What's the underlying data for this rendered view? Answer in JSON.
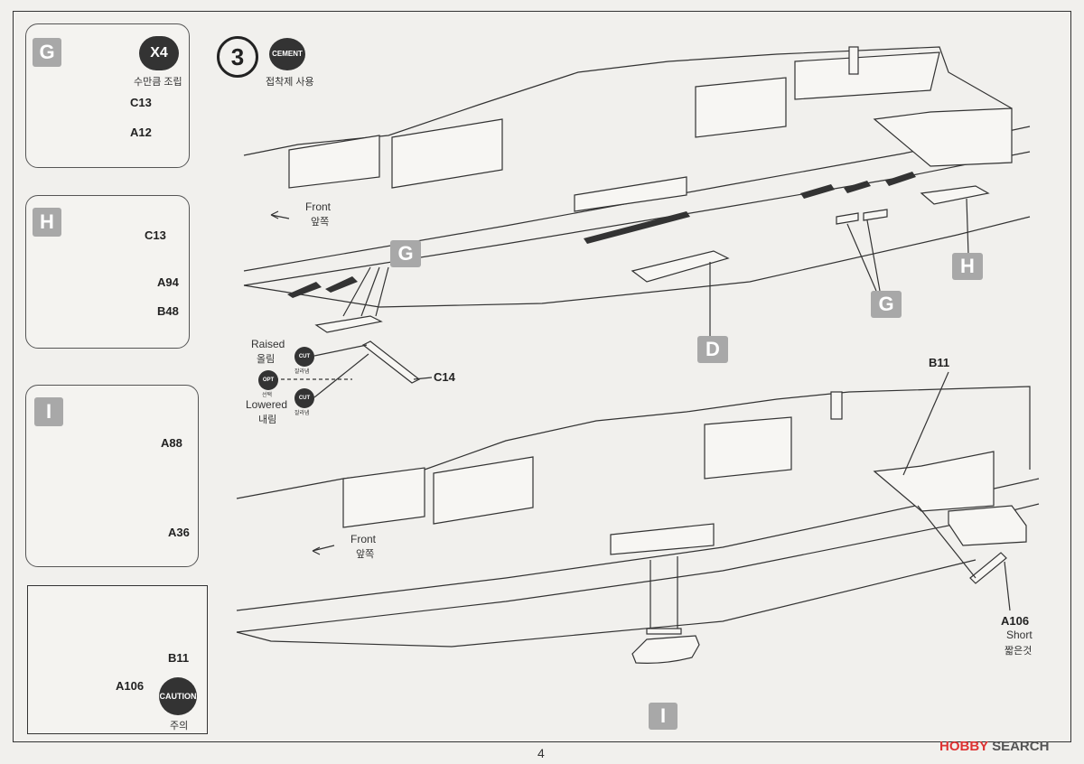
{
  "page": {
    "number": "4"
  },
  "watermark": {
    "brand": "HOBBY",
    "suffix": "SEARCH"
  },
  "step": {
    "number": "3",
    "cement_label": "CEMENT",
    "cement_note": "접착제 사용"
  },
  "panel_g": {
    "badge": "G",
    "multiplier": "X4",
    "multiplier_note": "수만큼 조립",
    "parts": {
      "c13": "C13",
      "a12": "A12"
    }
  },
  "panel_h": {
    "badge": "H",
    "parts": {
      "c13": "C13",
      "a94": "A94",
      "b48": "B48"
    }
  },
  "panel_i": {
    "badge": "I",
    "parts": {
      "a88": "A88",
      "a36": "A36"
    }
  },
  "panel_caution": {
    "parts": {
      "b11": "B11",
      "a106": "A106"
    },
    "caution_label": "CAUTION",
    "caution_note": "주의"
  },
  "upper_view": {
    "front_en": "Front",
    "front_ko": "앞쪽",
    "callouts": {
      "g_left": "G",
      "g_right": "G",
      "d": "D",
      "h": "H"
    },
    "options": {
      "raised_en": "Raised",
      "raised_ko": "올림",
      "lowered_en": "Lowered",
      "lowered_ko": "내림",
      "cut": "CUT",
      "cut_ko": "잘라냄",
      "opt": "OPT",
      "opt_ko": "선택"
    },
    "part_c14": "C14"
  },
  "lower_view": {
    "front_en": "Front",
    "front_ko": "앞쪽",
    "callout_i": "I",
    "part_b11": "B11",
    "part_a106": "A106",
    "short_en": "Short",
    "short_ko": "짧은것"
  }
}
